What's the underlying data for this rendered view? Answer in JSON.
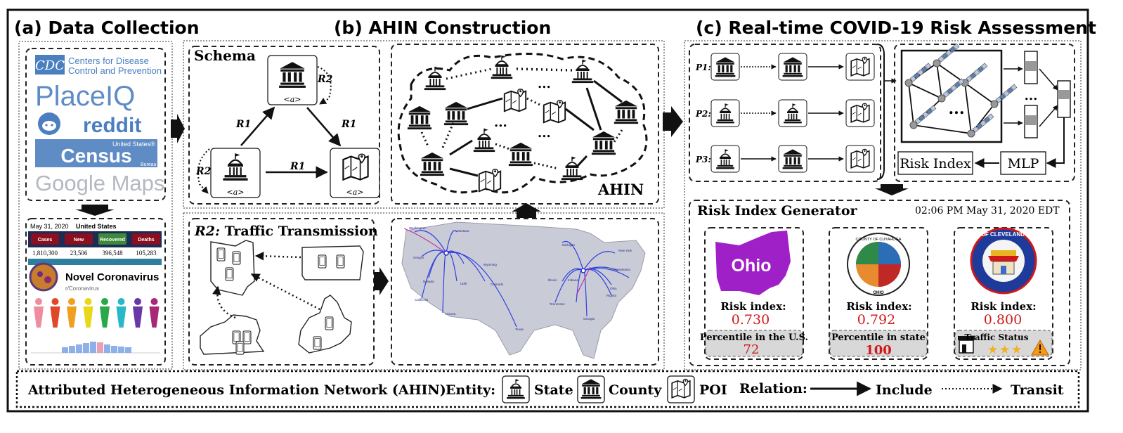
{
  "sections": {
    "a": "(a) Data Collection",
    "b": "(b) AHIN Construction",
    "c": "(c) Real-time COVID-19 Risk Assessment"
  },
  "sources": {
    "cdc_badge": "CDC",
    "cdc_line1": "Centers for Disease",
    "cdc_line2": "Control and Prevention",
    "placeiq": "PlaceIQ",
    "reddit": "reddit",
    "census_top": "United States®",
    "census_main": "Census",
    "census_bureau": "Bureau",
    "google_maps": "Google Maps"
  },
  "stats_panel": {
    "date": "May 31, 2020",
    "country": "United States",
    "labels": [
      "Cases",
      "New",
      "Recovered",
      "Deaths"
    ],
    "values": [
      "1,810,300",
      "23,506",
      "396,548",
      "105,283"
    ],
    "label_colors": [
      "#8a0f1f",
      "#8a0f1f",
      "#3d8a3a",
      "#8a0f1f"
    ],
    "community": "Novel Coronavirus",
    "subreddit": "r/Coronavirus"
  },
  "schema": {
    "title": "Schema",
    "r1": "R1",
    "r2": "R2",
    "attr": "<a>"
  },
  "ahin_label": "AHIN",
  "traffic": {
    "prefix": "R2:",
    "title": "Traffic Transmission"
  },
  "us_map_cities": [
    "Washington",
    "Oregon",
    "Montana",
    "Wyoming",
    "Nevada",
    "Utah",
    "Colorado",
    "California",
    "Arizona",
    "Texas",
    "Michigan",
    "New York",
    "Pennsylvania",
    "Indiana",
    "Ohio",
    "Illinois",
    "Tennessee",
    "Virginia",
    "Georgia"
  ],
  "paths": {
    "p1": "P1:",
    "p2": "P2:",
    "p3": "P3:"
  },
  "model": {
    "risk_index": "Risk Index",
    "mlp": "MLP",
    "ellipsis": "..."
  },
  "generator": {
    "title": "Risk Index Generator",
    "timestamp": "02:06 PM May 31, 2020 EDT",
    "ohio_label": "Ohio",
    "cuyahoga_top": "COUNTY OF CUYAHOGA",
    "cuyahoga_bottom": "OHIO",
    "cleveland_ring": "CITY OF CLEVELAND OHIO",
    "cards": [
      {
        "risk_label": "Risk index:",
        "risk_value": "0.730",
        "sub_label": "Percentile in the U.S.",
        "sub_value": "72"
      },
      {
        "risk_label": "Risk index:",
        "risk_value": "0.792",
        "sub_label": "Percentile in state",
        "sub_value": "100"
      },
      {
        "risk_label": "Risk index:",
        "risk_value": "0.800",
        "sub_label": "Traffic Status"
      }
    ]
  },
  "legend": {
    "title": "Attributed Heterogeneous Information Network (AHIN)",
    "entity": "Entity:",
    "state": "State",
    "county": "County",
    "poi": "POI",
    "relation": "Relation:",
    "include": "Include",
    "transit": "Transit"
  },
  "colors": {
    "risk_value": "#d01818",
    "reddit": "#3b5f8a",
    "census": "#1c4f8c",
    "ohio_purple": "#a020c8",
    "map_line": "#3040e0"
  }
}
